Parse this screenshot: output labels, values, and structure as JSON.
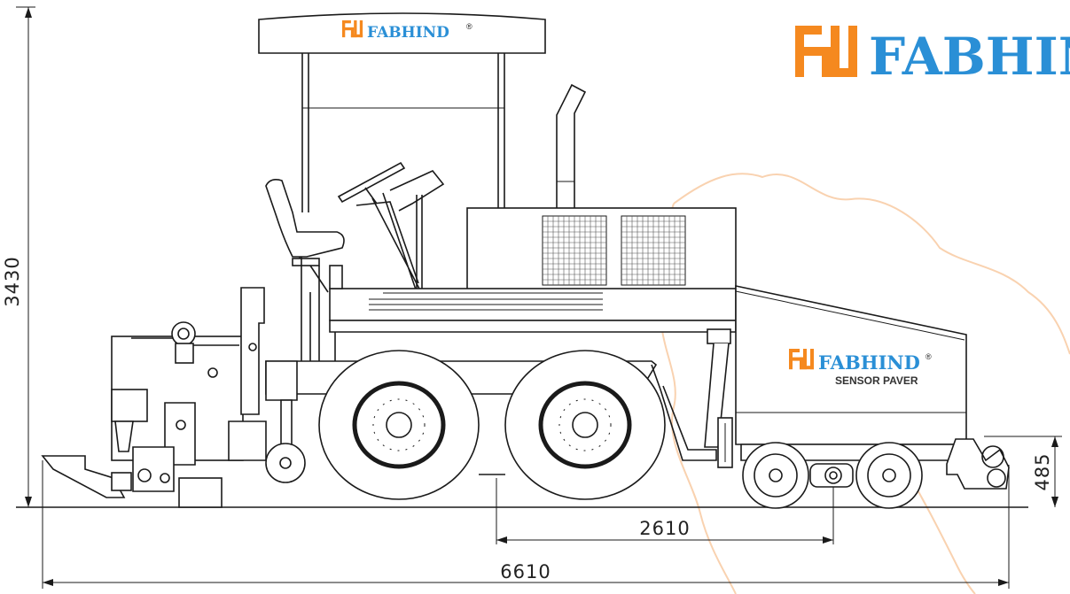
{
  "brand": {
    "name_large": "FABHIN",
    "name_canopy": "FABHIND",
    "name_body": "FABHIND",
    "registered_mark": "®",
    "model_label": "SENSOR PAVER",
    "colors": {
      "orange": "#f5891f",
      "blue": "#2a8fd6",
      "watermark": "#f7c9a4"
    }
  },
  "dimensions": {
    "height": "3430",
    "wheelbase": "2610",
    "overall_length": "6610",
    "screed_height": "485"
  }
}
